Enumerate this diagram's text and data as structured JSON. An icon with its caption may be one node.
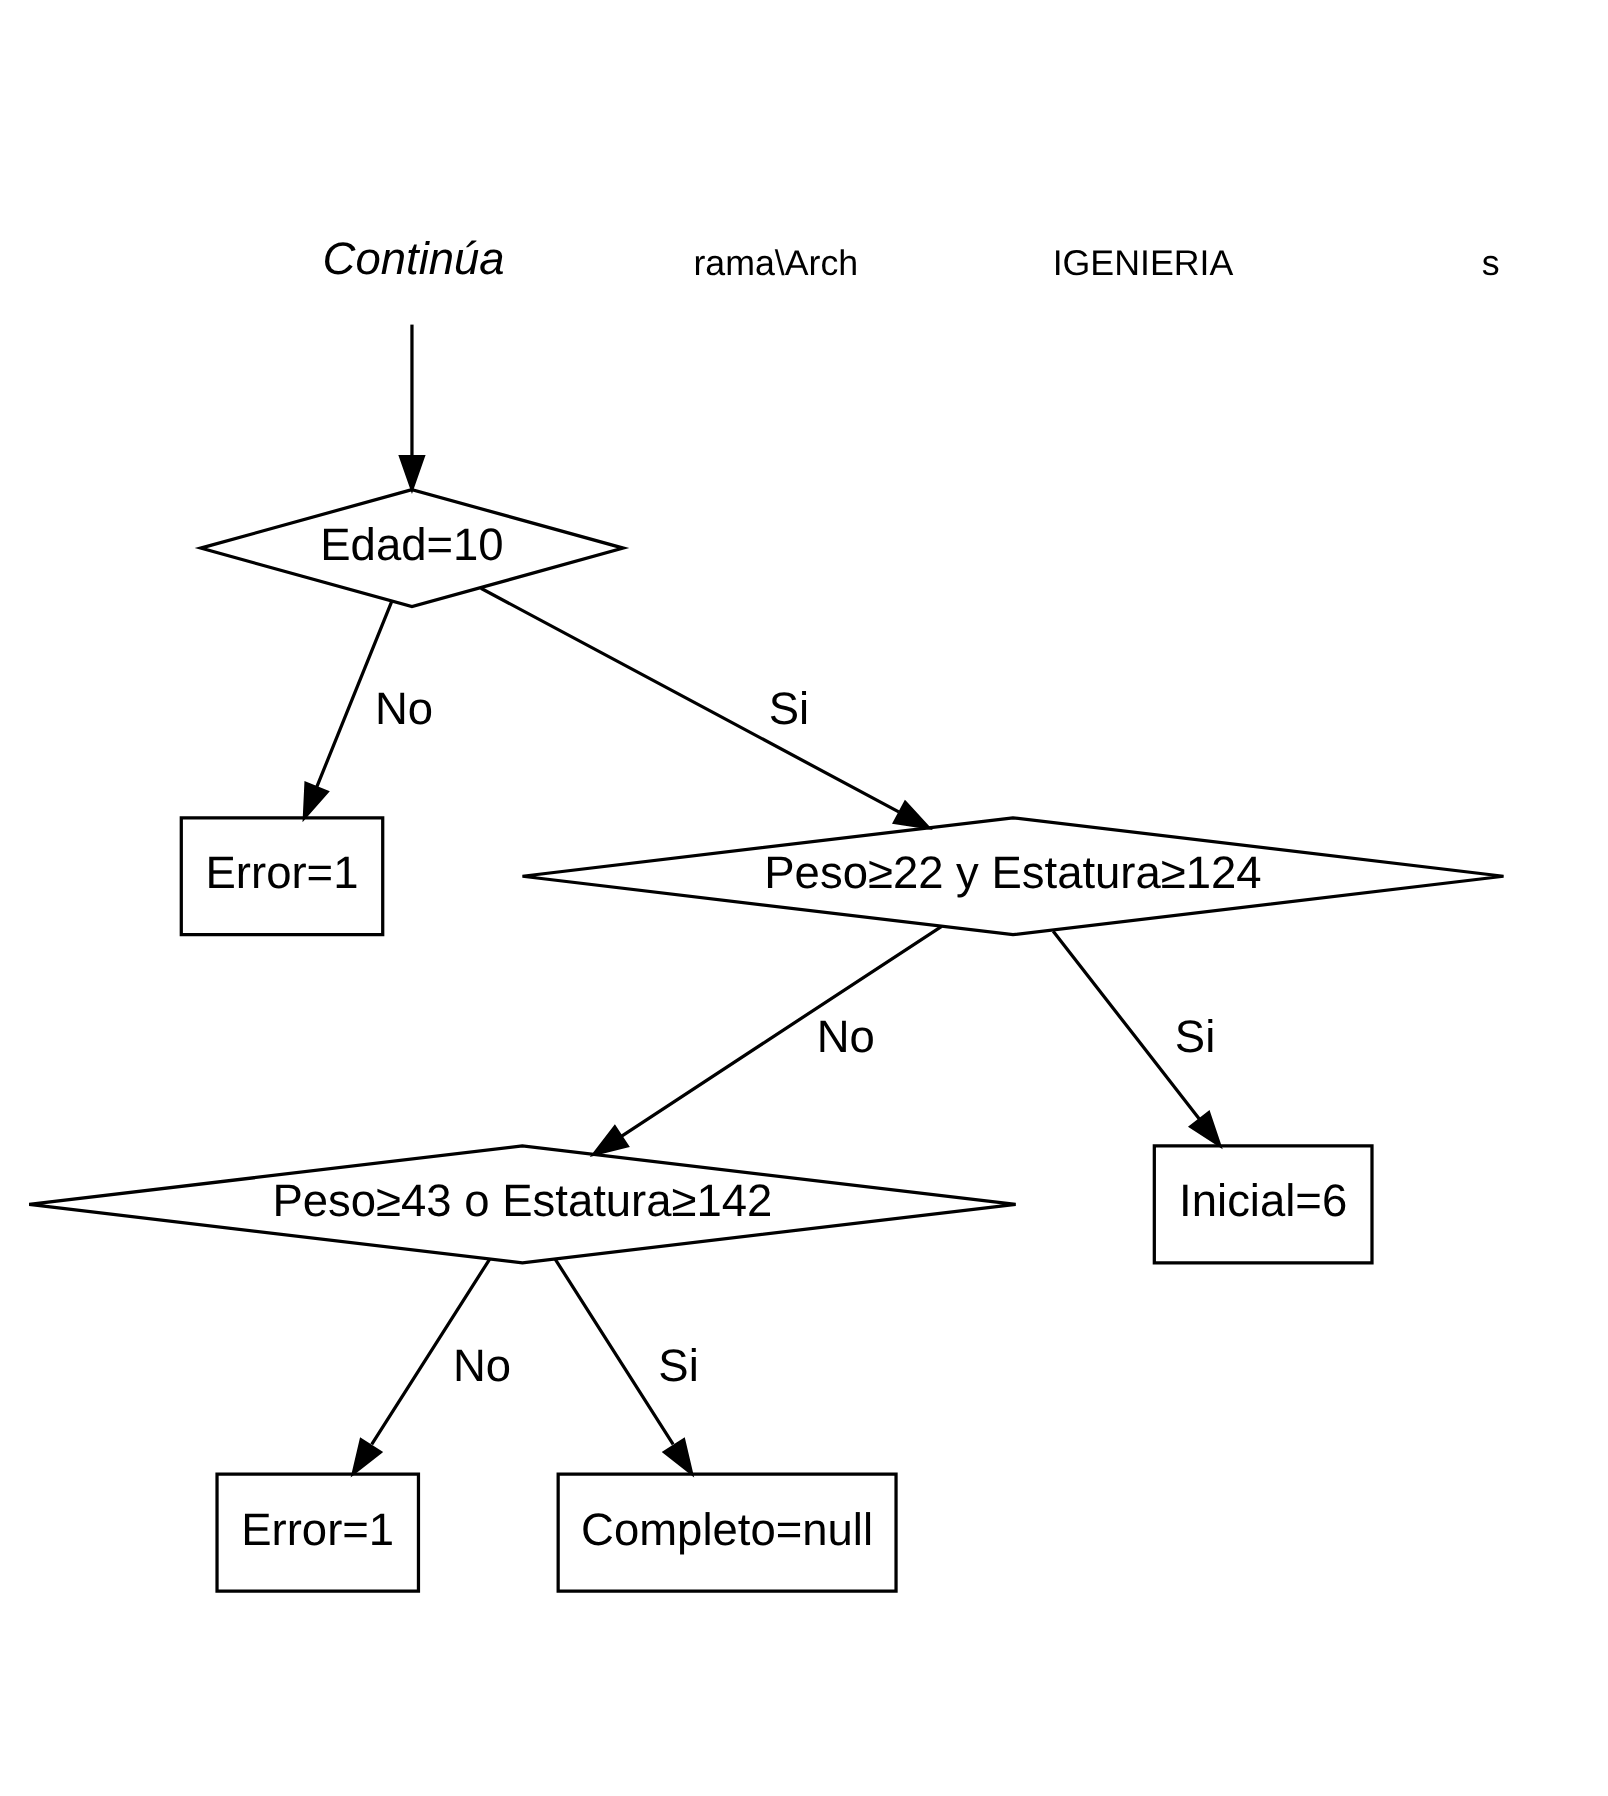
{
  "diagram": {
    "nodes": [
      {
        "text": [
          "Continúa"
        ]
      },
      {
        "text": [
          "Edad=10"
        ]
      },
      {
        "text": [
          "Peso≥22 y Estatura≥124"
        ]
      },
      {
        "text": [
          "Inicial=6"
        ]
      },
      {
        "text": [
          "Peso≥43 o Estatura≥142"
        ]
      },
      {
        "text": [
          "Error=1"
        ]
      },
      {
        "text": [
          "Completo=null"
        ]
      },
      {
        "text": [
          "Error=1"
        ]
      }
    ],
    "edges": [
      {
        "from": 0,
        "to": 1,
        "arrow": "to"
      },
      {
        "from": 1,
        "to": 7,
        "arrow": "to",
        "label": "No"
      },
      {
        "from": 1,
        "to": 2,
        "arrow": "to",
        "label": "Si"
      },
      {
        "from": 2,
        "to": 4,
        "arrow": "to",
        "label": "No"
      },
      {
        "from": 2,
        "to": 3,
        "arrow": "to",
        "label": "Si"
      },
      {
        "from": 4,
        "to": 5,
        "arrow": "to",
        "label": "No"
      },
      {
        "from": 4,
        "to": 6,
        "arrow": "to",
        "label": "Si"
      }
    ],
    "labels": [
      "rama\\Arch",
      "IGENIERIA",
      "s"
    ]
  }
}
